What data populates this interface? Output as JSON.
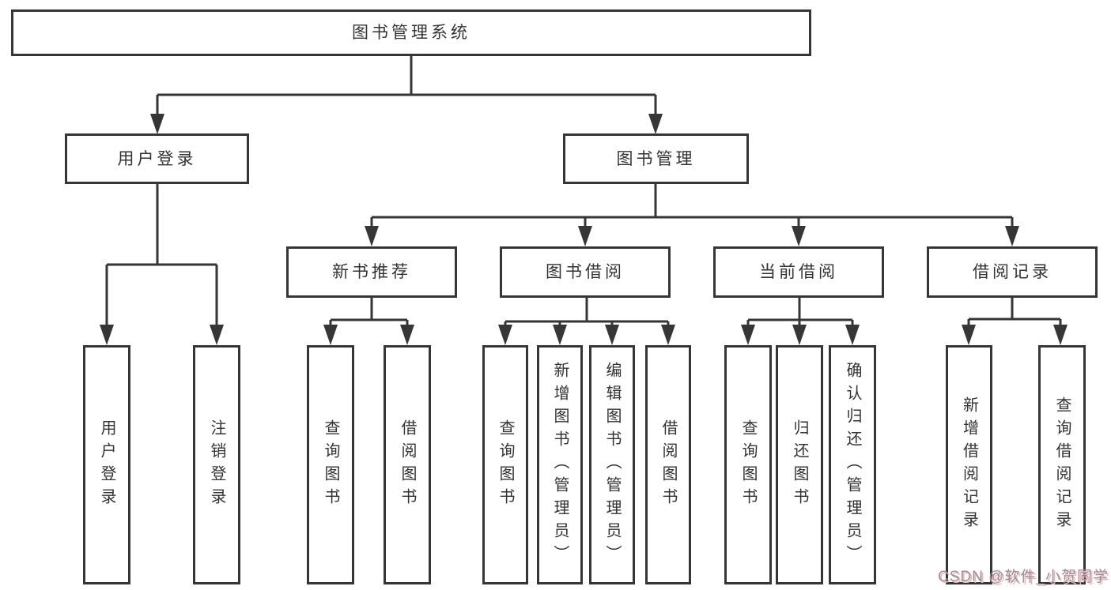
{
  "diagram": {
    "root": {
      "label": "图书管理系统"
    },
    "level2": {
      "user_login": {
        "label": "用户登录"
      },
      "book_management": {
        "label": "图书管理"
      }
    },
    "level3": {
      "new_book_recommendation": {
        "label": "新书推荐"
      },
      "book_borrowing": {
        "label": "图书借阅"
      },
      "current_borrowing": {
        "label": "当前借阅"
      },
      "borrowing_records": {
        "label": "借阅记录"
      }
    },
    "leaves": {
      "user_login": [
        "用户登录",
        "注销登录"
      ],
      "new_book_recommendation": [
        "查询图书",
        "借阅图书"
      ],
      "book_borrowing": [
        "查询图书",
        "新增图书（管理员）",
        "编辑图书（管理员）",
        "借阅图书"
      ],
      "current_borrowing": [
        "查询图书",
        "归还图书",
        "确认归还（管理员）"
      ],
      "borrowing_records": [
        "新增借阅记录",
        "查询借阅记录"
      ]
    },
    "watermark": "CSDN @软件_小贺同学",
    "colors": {
      "line": "#363636",
      "text": "#333333",
      "background": "#ffffff",
      "watermark_text": "#949494",
      "watermark_shadow": "#f2b3bd"
    }
  }
}
